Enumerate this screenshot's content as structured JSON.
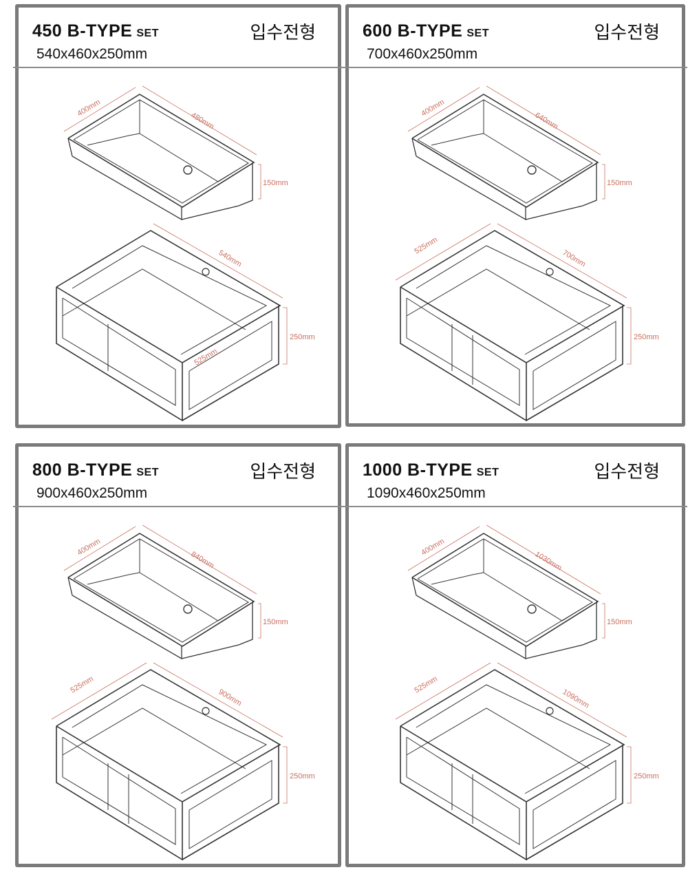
{
  "colors": {
    "border": "#7a7a7a",
    "line": "#333333",
    "dimension": "#c87060"
  },
  "panels": [
    {
      "model": "450 B-TYPE",
      "set": "SET",
      "type": "입수전형",
      "size": "540x460x250mm",
      "sink": {
        "depth": "400mm",
        "length": "480mm",
        "height": "150mm"
      },
      "frame": {
        "depth": "525mm",
        "length": "540mm",
        "height": "250mm"
      }
    },
    {
      "model": "600 B-TYPE",
      "set": "SET",
      "type": "입수전형",
      "size": "700x460x250mm",
      "sink": {
        "depth": "400mm",
        "length": "640mm",
        "height": "150mm"
      },
      "frame": {
        "depth": "525mm",
        "length": "700mm",
        "height": "250mm"
      }
    },
    {
      "model": "800 B-TYPE",
      "set": "SET",
      "type": "입수전형",
      "size": "900x460x250mm",
      "sink": {
        "depth": "400mm",
        "length": "840mm",
        "height": "150mm"
      },
      "frame": {
        "depth": "525mm",
        "length": "900mm",
        "height": "250mm"
      }
    },
    {
      "model": "1000 B-TYPE",
      "set": "SET",
      "type": "입수전형",
      "size": "1090x460x250mm",
      "sink": {
        "depth": "400mm",
        "length": "1030mm",
        "height": "150mm"
      },
      "frame": {
        "depth": "525mm",
        "length": "1090mm",
        "height": "250mm"
      }
    }
  ]
}
